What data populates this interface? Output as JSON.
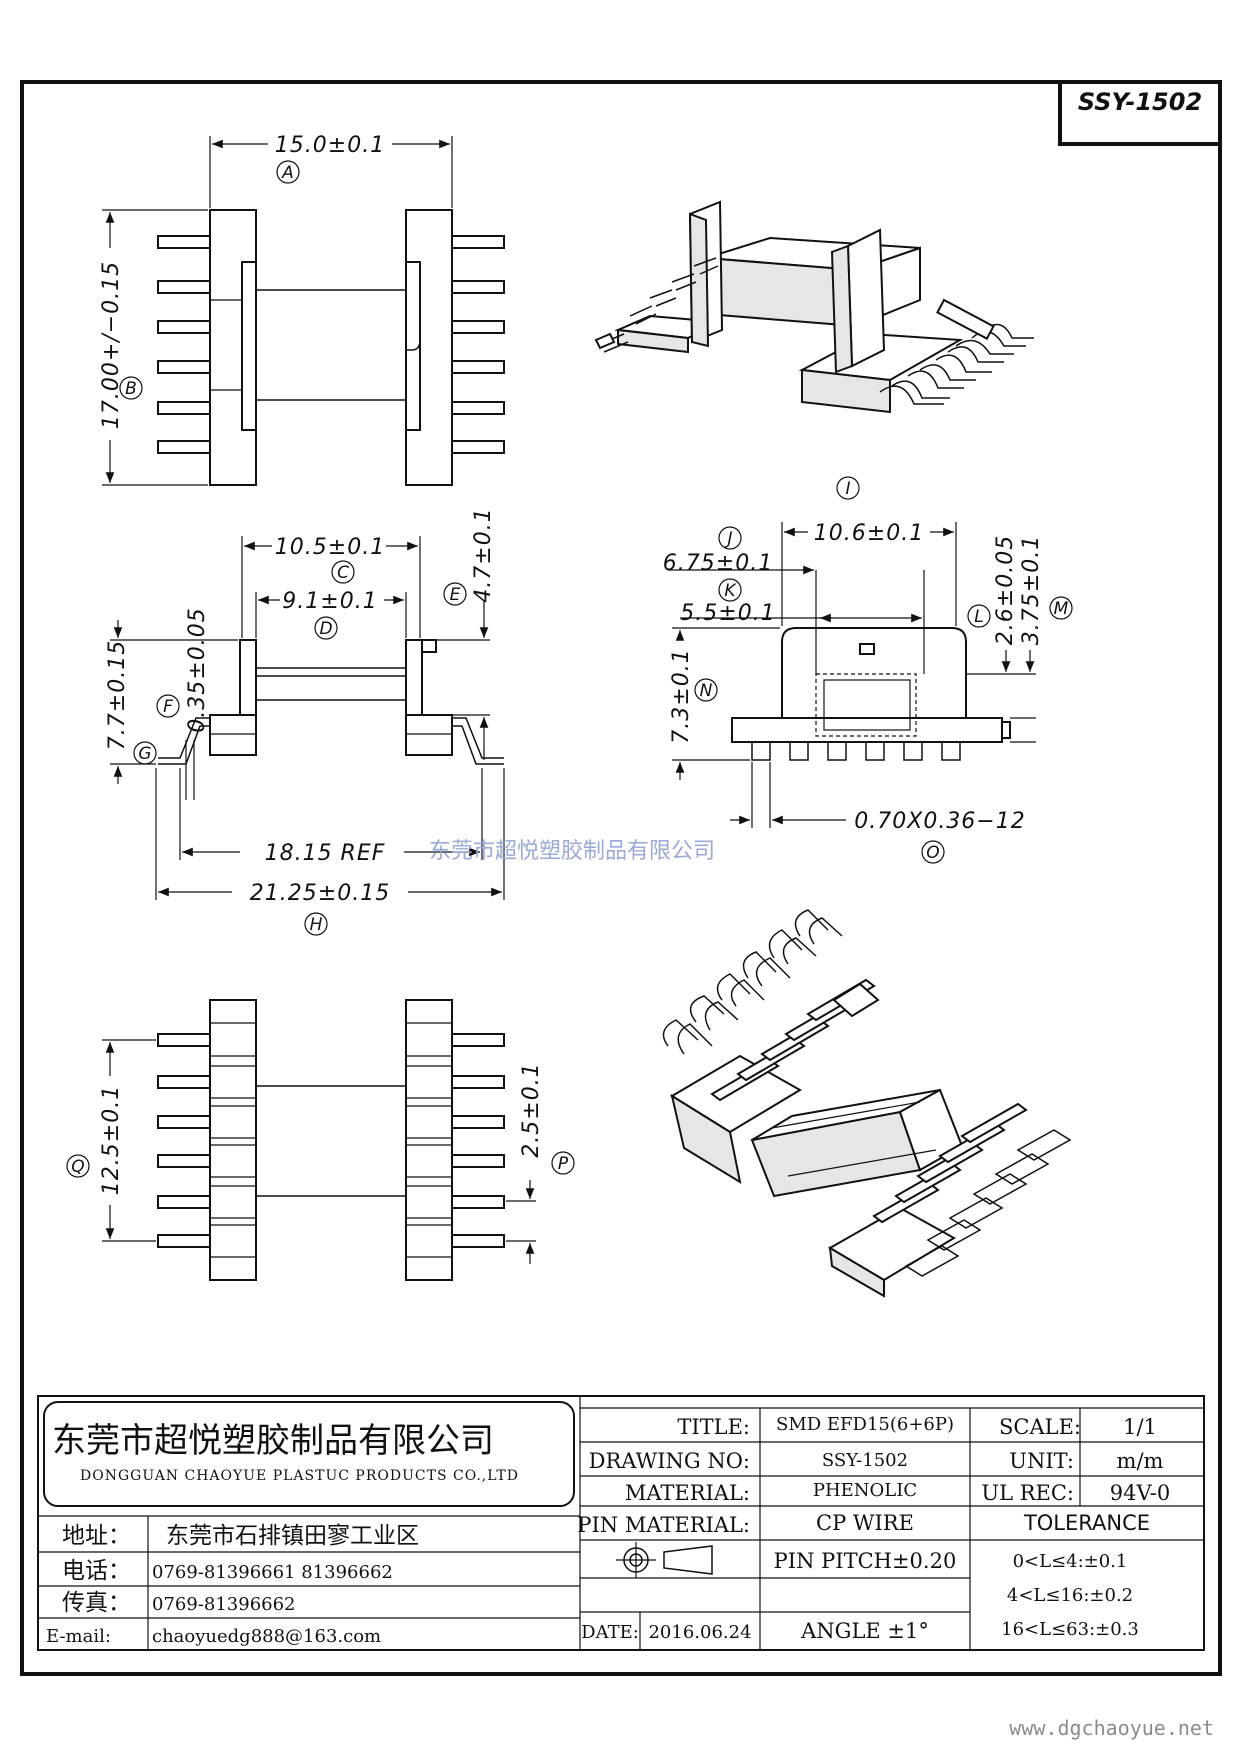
{
  "part_number": "SSY-1502",
  "dimensions": {
    "A": "15.0±0.1",
    "B": "17.00+/−0.15",
    "C": "10.5±0.1",
    "D": "9.1±0.1",
    "E": "4.7±0.1",
    "F": "0.35±0.05",
    "G": "7.7±0.15",
    "H": "21.25±0.15",
    "ref": "18.15  REF",
    "I": "10.6±0.1",
    "J": "6.75±0.1",
    "K": "5.5±0.1",
    "L": "2.6±0.05",
    "M": "3.75±0.1",
    "N": "7.3±0.1",
    "O": "0.70X0.36−12",
    "P": "2.5±0.1",
    "Q": "12.5±0.1"
  },
  "circle_labels": {
    "A": "A",
    "B": "B",
    "C": "C",
    "D": "D",
    "E": "E",
    "F": "F",
    "G": "G",
    "H": "H",
    "I": "I",
    "J": "J",
    "K": "K",
    "L": "L",
    "M": "M",
    "N": "N",
    "O": "O",
    "P": "P",
    "Q": "Q"
  },
  "watermark": "东莞市超悦塑胶制品有限公司",
  "company": {
    "name_cn": "东莞市超悦塑胶制品有限公司",
    "name_en": "DONGGUAN CHAOYUE PLASTUC PRODUCTS CO.,LTD"
  },
  "contact": {
    "address_label": "地址：",
    "address": "东莞市石排镇田寥工业区",
    "phone_label": "电话：",
    "phone": "0769-81396661  81396662",
    "fax_label": "传真：",
    "fax": "0769-81396662",
    "email_label": "E-mail:",
    "email": "chaoyuedg888@163.com"
  },
  "title_block": {
    "title_label": "TITLE:",
    "title": "SMD EFD15(6+6P)",
    "drawing_no_label": "DRAWING NO:",
    "drawing_no": "SSY-1502",
    "material_label": "MATERIAL:",
    "material": "PHENOLIC",
    "pin_material_label": "PIN MATERIAL:",
    "pin_material": "CP WIRE",
    "pin_pitch": "PIN PITCH±0.20",
    "date_label": "DATE:",
    "date": "2016.06.24",
    "angle": "ANGLE  ±1°",
    "scale_label": "SCALE:",
    "scale": "1/1",
    "unit_label": "UNIT:",
    "unit": "m/m",
    "ul_rec_label": "UL REC:",
    "ul_rec": "94V-0",
    "tolerance_label": "TOLERANCE",
    "tolerances": [
      "0<L≤4:±0.1",
      "4<L≤16:±0.2",
      "16<L≤63:±0.3"
    ]
  },
  "footer_url": "www.dgchaoyue.net"
}
